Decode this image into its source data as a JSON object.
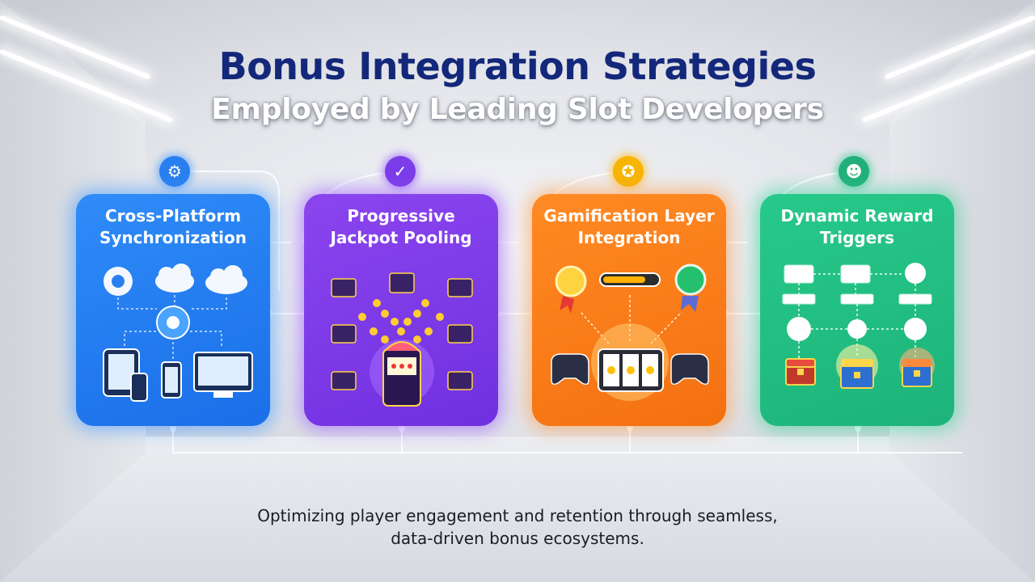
{
  "header": {
    "title_line1": "Bonus Integration Strategies",
    "title_line2": "Employed by Leading Slot Developers"
  },
  "cards": [
    {
      "title": "Cross-Platform Synchronization",
      "badge_icon": "gear-icon",
      "color": "#1f7cf0"
    },
    {
      "title": "Progressive Jackpot Pooling",
      "badge_icon": "gear-check-icon",
      "color": "#7a38e6"
    },
    {
      "title": "Gamification Layer Integration",
      "badge_icon": "medal-icon",
      "color": "#f57a18"
    },
    {
      "title": "Dynamic Reward Triggers",
      "badge_icon": "avatar-icon",
      "color": "#22bf82"
    }
  ],
  "footer": {
    "subtitle_line1": "Optimizing player engagement and retention through seamless,",
    "subtitle_line2": "data-driven bonus ecosystems."
  }
}
